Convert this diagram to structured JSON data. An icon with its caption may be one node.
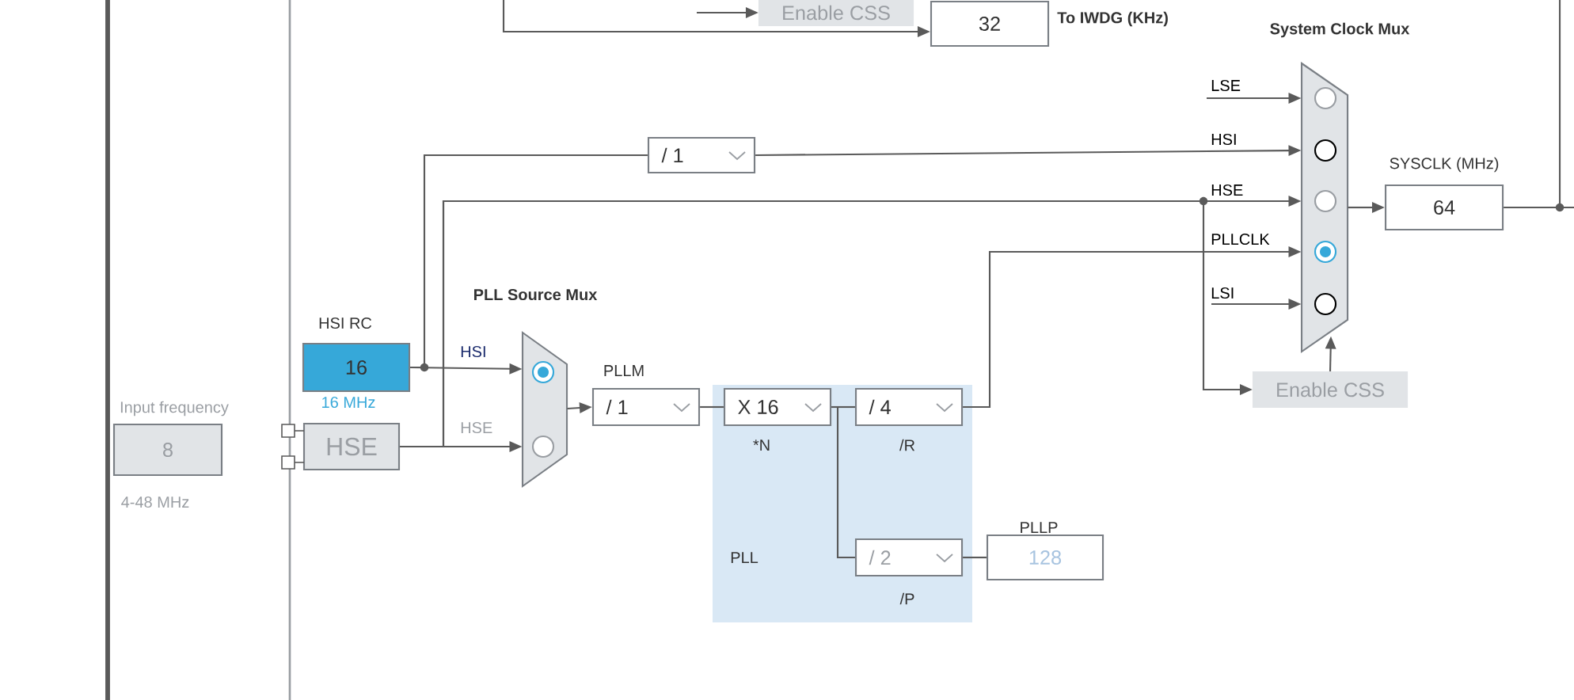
{
  "diagram": {
    "nodes": [
      {
        "text": [
          "Input frequency",
          "8"
        ],
        "beside": [
          "4-48 MHz"
        ]
      },
      {
        "text": [
          "HSI RC",
          "16"
        ],
        "beside": [
          "16 MHz"
        ]
      },
      {
        "text": [
          "HSE"
        ]
      },
      {
        "text": [
          "PLL Source Mux"
        ]
      },
      {
        "text": [
          "PLL"
        ]
      },
      {
        "text": [
          "PLLM",
          "/ 1"
        ]
      },
      {
        "text": [
          "X 16"
        ],
        "beside": [
          "*N"
        ],
        "in": 4
      },
      {
        "text": [
          "/ 4"
        ],
        "beside": [
          "/R"
        ],
        "in": 4
      },
      {
        "text": [
          "/ 2"
        ],
        "beside": [
          "/P"
        ],
        "in": 4
      },
      {
        "text": [
          "PLLP",
          "128"
        ]
      },
      {
        "text": [
          "/ 1"
        ]
      },
      {
        "text": [
          "System Clock Mux"
        ]
      },
      {
        "text": [
          "SYSCLK (MHz)",
          "64"
        ]
      },
      {
        "text": [
          "Enable CSS"
        ]
      },
      {
        "text": [
          "32"
        ],
        "beside": [
          "To IWDG (KHz)"
        ]
      },
      {
        "text": [
          "Enable CSS"
        ]
      }
    ],
    "edges": [
      {
        "from": 1,
        "to": 3,
        "arrow": "to",
        "label": "HSI"
      },
      {
        "from": 2,
        "to": 3,
        "arrow": "to",
        "label": "HSE"
      },
      {
        "from": 1,
        "to": 10,
        "arrow": "none"
      },
      {
        "from": 10,
        "to": 11,
        "arrow": "to",
        "label": "HSI"
      },
      {
        "from": 2,
        "to": 11,
        "arrow": "to",
        "label": "HSE"
      },
      {
        "from": null,
        "to": 11,
        "arrow": "to",
        "label": "LSE"
      },
      {
        "from": 7,
        "to": 11,
        "arrow": "to",
        "label": "PLLCLK"
      },
      {
        "from": null,
        "to": 11,
        "arrow": "to",
        "label": "LSI"
      },
      {
        "from": 3,
        "to": 5,
        "arrow": "to"
      },
      {
        "from": 5,
        "to": 6,
        "arrow": "none"
      },
      {
        "from": 6,
        "to": 7,
        "arrow": "none"
      },
      {
        "from": 6,
        "to": 8,
        "arrow": "none"
      },
      {
        "from": 8,
        "to": 9,
        "arrow": "none"
      },
      {
        "from": 11,
        "to": 12,
        "arrow": "to"
      },
      {
        "from": 12,
        "to": null,
        "arrow": "none"
      },
      {
        "from": 2,
        "to": 13,
        "arrow": "to"
      },
      {
        "from": 13,
        "to": 11,
        "arrow": "to"
      },
      {
        "from": null,
        "to": 14,
        "arrow": "to"
      },
      {
        "from": null,
        "to": 15,
        "arrow": "to"
      }
    ]
  }
}
